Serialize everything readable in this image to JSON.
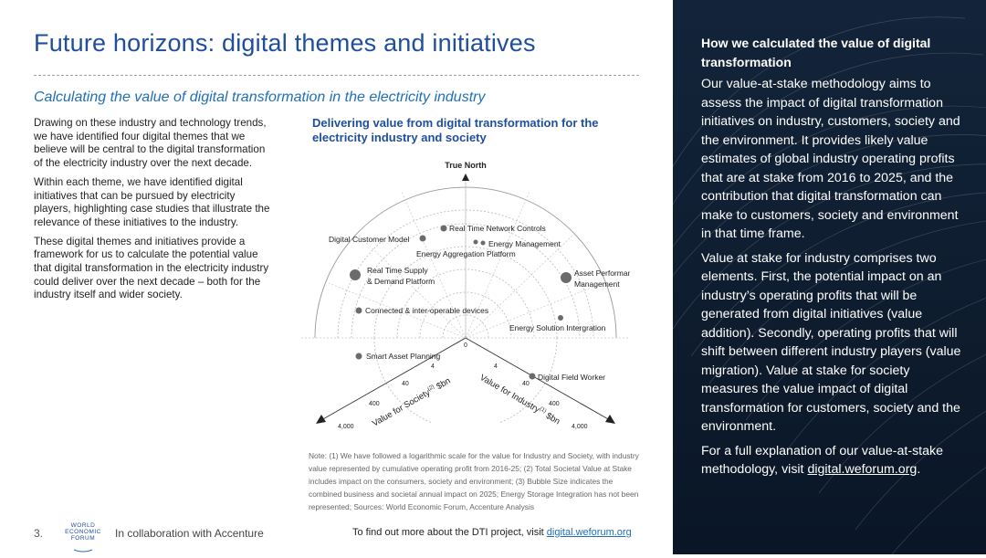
{
  "header": {
    "title": "Future horizons: digital themes and initiatives",
    "subtitle": "Calculating the value of digital transformation in the electricity industry"
  },
  "body": {
    "p1": "Drawing on these industry and technology trends, we have identified four digital themes that we believe will be central to the digital transformation of the electricity industry over the next decade.",
    "p2": "Within each theme, we have identified digital initiatives that can be pursued by electricity players, highlighting case studies that illustrate the relevance of these initiatives to the industry.",
    "p3": "These digital themes and initiatives provide a framework for us to calculate the potential value that digital transformation in the electricity industry could deliver over the next decade – both for the industry itself and wider society."
  },
  "chart": {
    "title": "Delivering value from digital transformation for the electricity industry and society",
    "north_label": "True North",
    "center_label": "0",
    "society_axis": {
      "label": "Value for Society",
      "sup": "(2)",
      "unit": " $bn",
      "ticks": [
        "4",
        "40",
        "400",
        "4,000"
      ]
    },
    "industry_axis": {
      "label": "Value for Industry",
      "sup": "(1)",
      "unit": " $bn",
      "ticks": [
        "4",
        "40",
        "400",
        "4,000"
      ]
    },
    "initiatives": [
      "Digital Customer Model",
      "Real Time Network Controls",
      "Energy Management",
      "Energy Aggregation Platform",
      "Real Time Supply & Demand Platform",
      "Asset Performance Management",
      "Connected & inter-operable devices",
      "Energy Solution Intergration",
      "Smart Asset Planning",
      "Digital Field Worker"
    ],
    "note": "Note: (1) We have followed a logarithmic scale for the value for Industry and Society, with industry value represented by cumulative operating profit from 2016-25; (2) Total Societal Value at Stake includes impact on the consumers, society and environment; (3) Bubble Size indicates the combined business and societal annual impact on 2025; Energy Storage Integration has not been represented; Sources: World Economic Forum, Accenture Analysis"
  },
  "footer": {
    "page": "3.",
    "logo": [
      "WORLD",
      "ECONOMIC",
      "FORUM"
    ],
    "collab": "In collaboration with Accenture",
    "link_prefix": "To find out more about the DTI project, visit ",
    "link_text": "digital.weforum.org"
  },
  "sidebar": {
    "heading": "How we calculated the value of digital transformation",
    "p1": "Our value-at-stake methodology aims to assess the impact of digital transformation initiatives on industry, customers, society and the environment. It provides likely value estimates of global industry operating profits that are at stake from 2016 to 2025, and the contribution that digital transformation can make to customers, society and environment in that time frame.",
    "p2": "Value at stake for industry comprises two elements. First, the potential impact on an industry’s operating profits that will be generated from digital initiatives (value addition). Secondly, operating profits that will shift between different industry players (value migration). Value at stake for society measures the value impact of digital transformation for customers, society and the environment.",
    "p3_prefix": "For a full explanation of our value-at-stake methodology, visit ",
    "p3_link": "digital.weforum.org",
    "p3_suffix": "."
  },
  "colors": {
    "title_blue": "#1f4e9c",
    "subtitle_blue": "#1f6fb8",
    "sidebar_bg": "#0e1c2e",
    "bubble": "#6b6b6b"
  }
}
